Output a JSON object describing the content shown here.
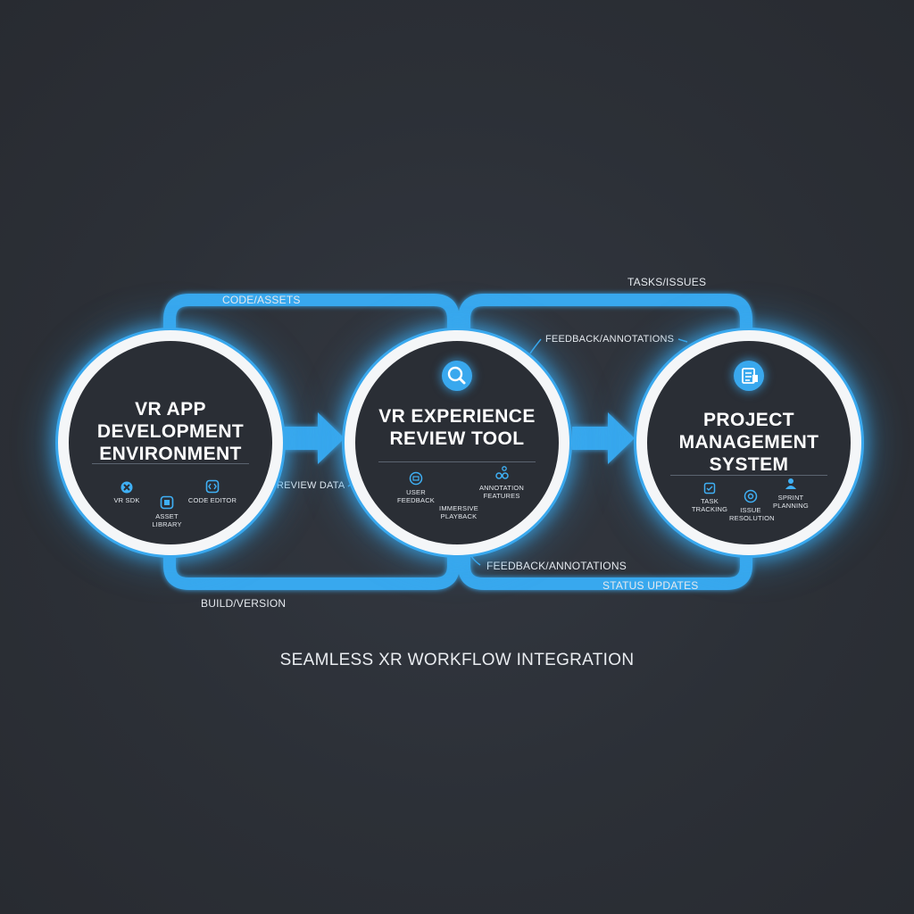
{
  "caption": "SEAMLESS XR WORKFLOW INTEGRATION",
  "colors": {
    "background": "#2d3138",
    "accent": "#39a8ee",
    "ring": "#f4f6f8",
    "text": "#ffffff"
  },
  "nodes": [
    {
      "title_lines": [
        "VR APP",
        "DEVELOPMENT",
        "ENVIRONMENT"
      ],
      "features": [
        {
          "label": "VR SDK",
          "icon": "sdk-icon"
        },
        {
          "label": "ASSET LIBRARY",
          "icon": "library-icon"
        },
        {
          "label": "CODE EDITOR",
          "icon": "code-icon"
        }
      ]
    },
    {
      "title_lines": [
        "VR EXPERIENCE",
        "REVIEW TOOL"
      ],
      "top_icon": "magnifier-icon",
      "features": [
        {
          "label": "USER FEEDBACK",
          "icon": "chat-icon"
        },
        {
          "label": "IMMERSIVE PLAYBACK",
          "icon": ""
        },
        {
          "label": "ANNOTATION FEATURES",
          "icon": "annotation-icon"
        }
      ]
    },
    {
      "title_lines": [
        "PROJECT",
        "MANAGEMENT",
        "SYSTEM"
      ],
      "top_icon": "clipboard-icon",
      "features": [
        {
          "label": "TASK TRACKING",
          "icon": "tasks-icon"
        },
        {
          "label": "ISSUE RESOLUTION",
          "icon": "target-icon"
        },
        {
          "label": "SPRINT PLANNING",
          "icon": "team-icon"
        }
      ]
    }
  ],
  "edges": [
    {
      "label": "CODE/ASSETS"
    },
    {
      "label": "TASKS/ISSUES"
    },
    {
      "label": "FEEDBACK/ANNOTATIONS"
    },
    {
      "label": "REVIEW DATA"
    },
    {
      "label": "FEEDBACK/ANNOTATIONS"
    },
    {
      "label": "STATUS UPDATES"
    },
    {
      "label": "BUILD/VERSION"
    }
  ]
}
